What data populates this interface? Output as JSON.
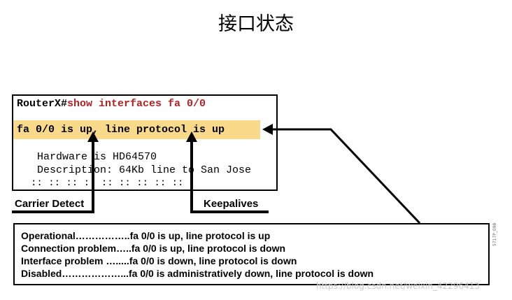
{
  "title": "接口状态",
  "terminal": {
    "prompt": "RouterX#",
    "command": "show interfaces fa 0/0",
    "status_line": "fa 0/0 is up, line protocol is up",
    "hardware_line": "Hardware is HD64570",
    "description_line": "Description: 64Kb line to San Jose",
    "continuation": ":: :: :: :: :: :: :: :: ::",
    "highlight_color": "#f9d98a",
    "command_color": "#b22222"
  },
  "labels": {
    "carrier_detect": "Carrier Detect",
    "keepalives": "Keepalives"
  },
  "states": [
    "Operational……………..fa 0/0 is up, line protocol is up",
    "Connection problem…..fa 0/0 is up, line protocol is down",
    "Interface problem ….....fa 0/0 is down, line protocol is down",
    "Disabled………………...fa 0/0 is administratively down, line protocol is down"
  ],
  "figure_id": "5717P_098",
  "watermark": "https://blog.csdn.net/weixin_42296413"
}
